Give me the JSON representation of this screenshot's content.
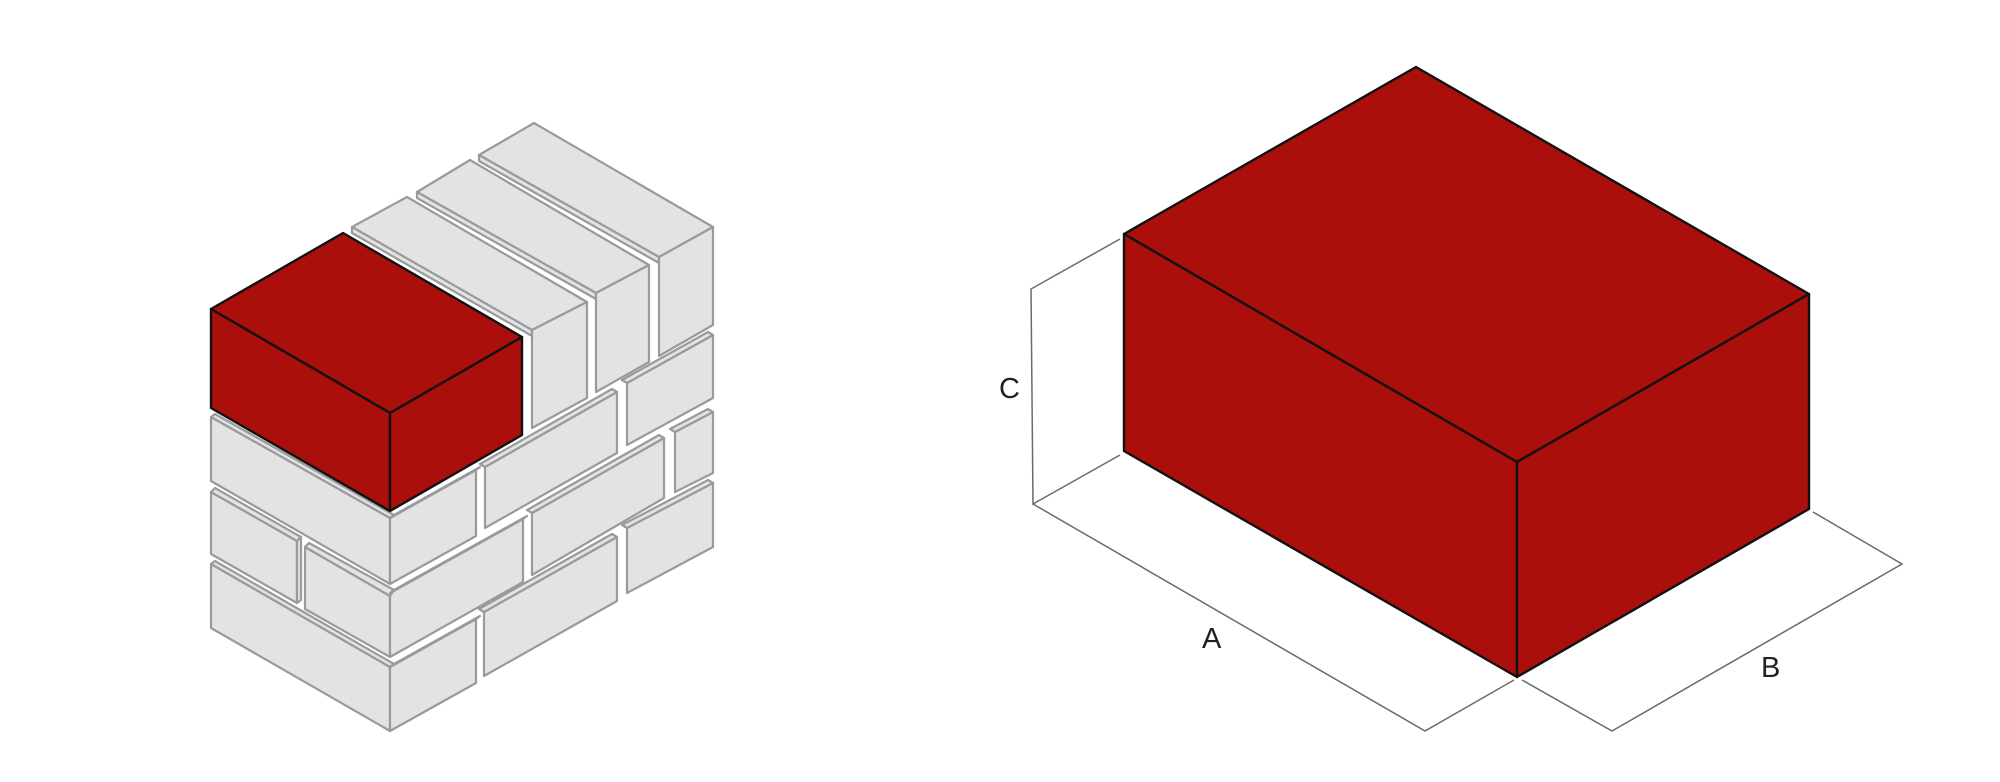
{
  "diagram": {
    "title": "",
    "colors": {
      "highlight_brick": "#aa0f0b",
      "wall_brick": "#e3e3e3",
      "wall_stroke": "#9a9a9a",
      "edge_stroke": "#111111",
      "dimension_line": "#6a6a6a",
      "label_text": "#222222"
    },
    "left_panel": {
      "description": "Isometric brick wall with one highlighted red brick on top",
      "highlighted_brick_count": 1
    },
    "right_panel": {
      "description": "Isometric single brick with dimension lines",
      "dimension_labels": {
        "length": "A",
        "width": "B",
        "height": "C"
      }
    }
  }
}
